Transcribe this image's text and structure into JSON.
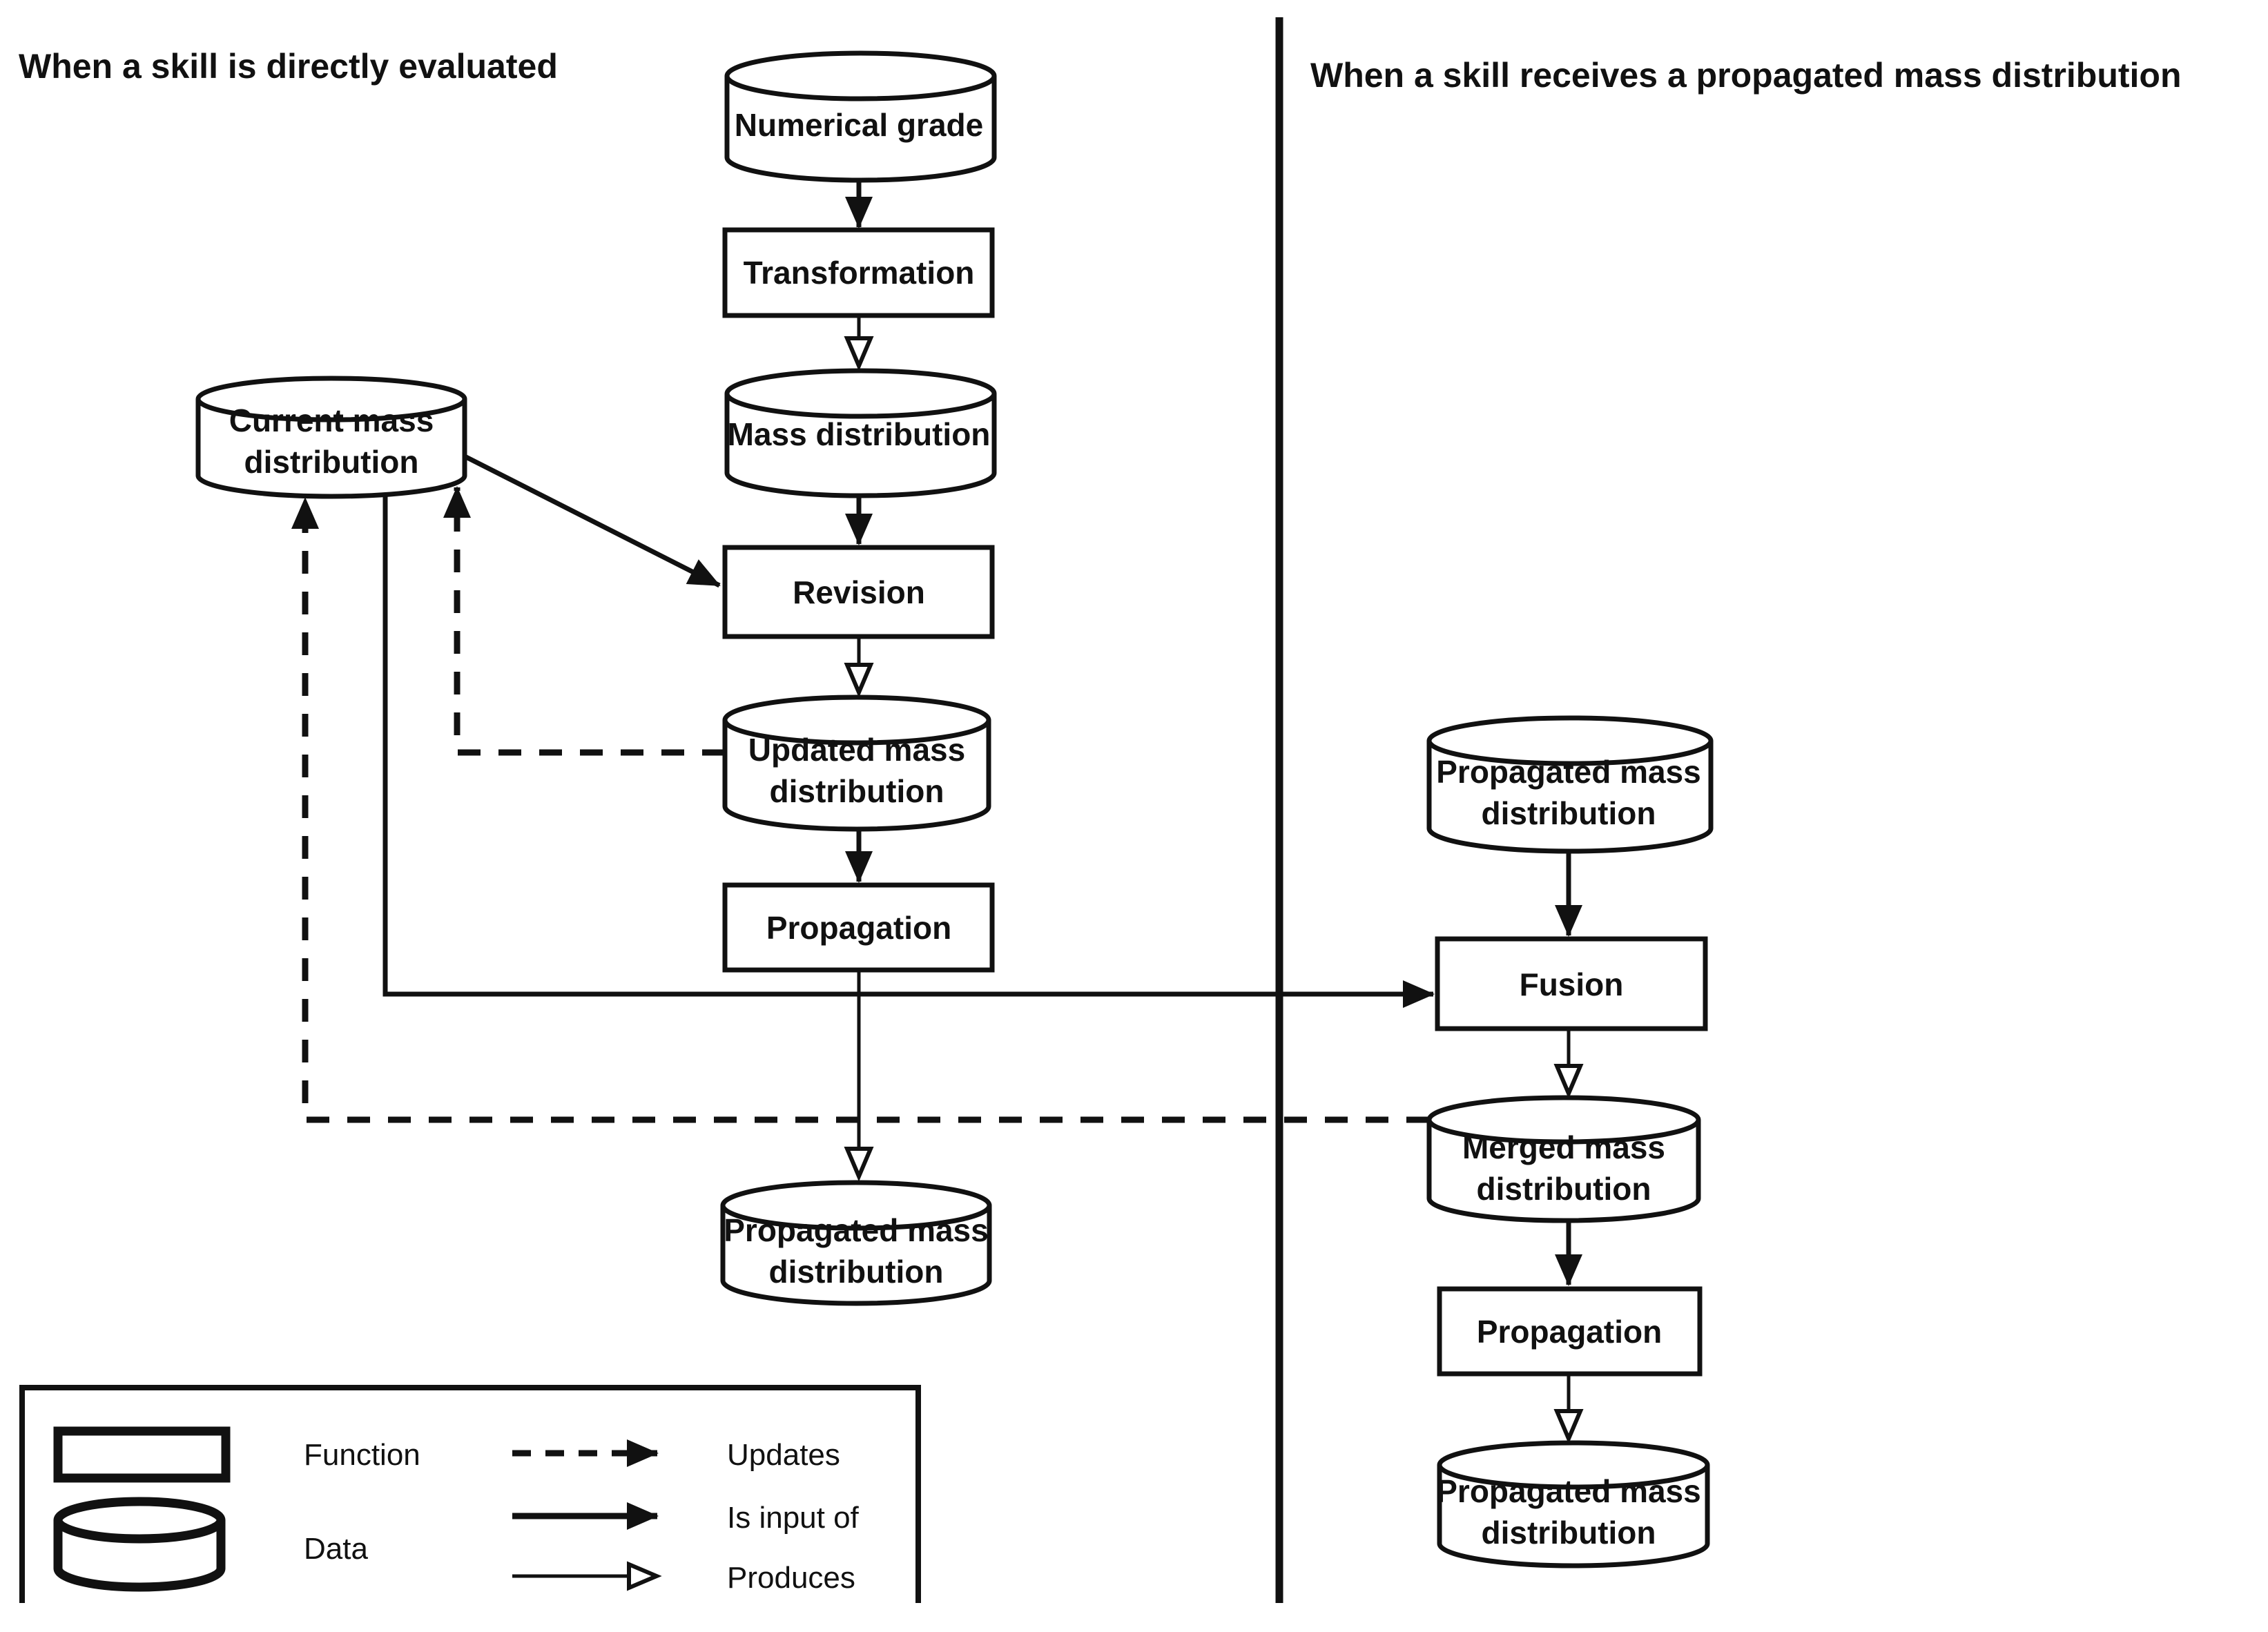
{
  "titles": {
    "left": "When a skill is directly evaluated",
    "right": "When a skill receives a propagated mass distribution"
  },
  "nodes": {
    "numerical_grade": {
      "type": "data",
      "label": "Numerical grade"
    },
    "transformation": {
      "type": "function",
      "label": "Transformation"
    },
    "mass_distribution": {
      "type": "data",
      "label": "Mass distribution"
    },
    "current_mass": {
      "type": "data",
      "line1": "Current mass",
      "line2": "distribution"
    },
    "revision": {
      "type": "function",
      "label": "Revision"
    },
    "updated_mass": {
      "type": "data",
      "line1": "Updated mass",
      "line2": "distribution"
    },
    "propagation_left": {
      "type": "function",
      "label": "Propagation"
    },
    "propagated_left": {
      "type": "data",
      "line1": "Propagated mass",
      "line2": "distribution"
    },
    "propagated_right": {
      "type": "data",
      "line1": "Propagated mass",
      "line2": "distribution"
    },
    "fusion": {
      "type": "function",
      "label": "Fusion"
    },
    "merged_mass": {
      "type": "data",
      "line1": "Merged mass",
      "line2": "distribution"
    },
    "propagation_right": {
      "type": "function",
      "label": "Propagation"
    },
    "propagated_bottom": {
      "type": "data",
      "line1": "Propagated mass",
      "line2": "distribution"
    }
  },
  "edges": [
    {
      "from": "numerical_grade",
      "to": "transformation",
      "kind": "is_input_of"
    },
    {
      "from": "transformation",
      "to": "mass_distribution",
      "kind": "produces"
    },
    {
      "from": "mass_distribution",
      "to": "revision",
      "kind": "is_input_of"
    },
    {
      "from": "current_mass",
      "to": "revision",
      "kind": "is_input_of"
    },
    {
      "from": "revision",
      "to": "updated_mass",
      "kind": "produces"
    },
    {
      "from": "updated_mass",
      "to": "propagation_left",
      "kind": "is_input_of"
    },
    {
      "from": "updated_mass",
      "to": "current_mass",
      "kind": "updates"
    },
    {
      "from": "propagation_left",
      "to": "propagated_left",
      "kind": "produces"
    },
    {
      "from": "current_mass",
      "to": "fusion",
      "kind": "is_input_of"
    },
    {
      "from": "propagated_right",
      "to": "fusion",
      "kind": "is_input_of"
    },
    {
      "from": "fusion",
      "to": "merged_mass",
      "kind": "produces"
    },
    {
      "from": "merged_mass",
      "to": "current_mass",
      "kind": "updates"
    },
    {
      "from": "merged_mass",
      "to": "propagation_right",
      "kind": "is_input_of"
    },
    {
      "from": "propagation_right",
      "to": "propagated_bottom",
      "kind": "produces"
    }
  ],
  "legend": {
    "function_label": "Function",
    "data_label": "Data",
    "updates_label": "Updates",
    "is_input_label": "Is input of",
    "produces_label": "Produces"
  },
  "colors": {
    "ink": "#111111",
    "background": "#ffffff"
  }
}
